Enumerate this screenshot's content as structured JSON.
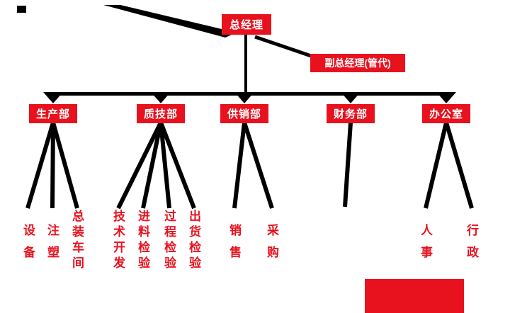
{
  "colors": {
    "red": "#e8121f",
    "white": "#ffffff",
    "black": "#000000",
    "bg": "#ffffff"
  },
  "org": {
    "root": {
      "label": "总经理"
    },
    "deputy": {
      "label": "副总经理(管代)"
    },
    "departments": [
      {
        "label": "生产部",
        "children": [
          "设备",
          "注塑",
          "总装车间"
        ]
      },
      {
        "label": "质技部",
        "children": [
          "技术开发",
          "进料检验",
          "过程检验",
          "出货检验"
        ]
      },
      {
        "label": "供销部",
        "children": [
          "销售",
          "采购"
        ]
      },
      {
        "label": "财务部",
        "children": []
      },
      {
        "label": "办公室",
        "children": [
          "人事",
          "行政"
        ]
      }
    ]
  }
}
